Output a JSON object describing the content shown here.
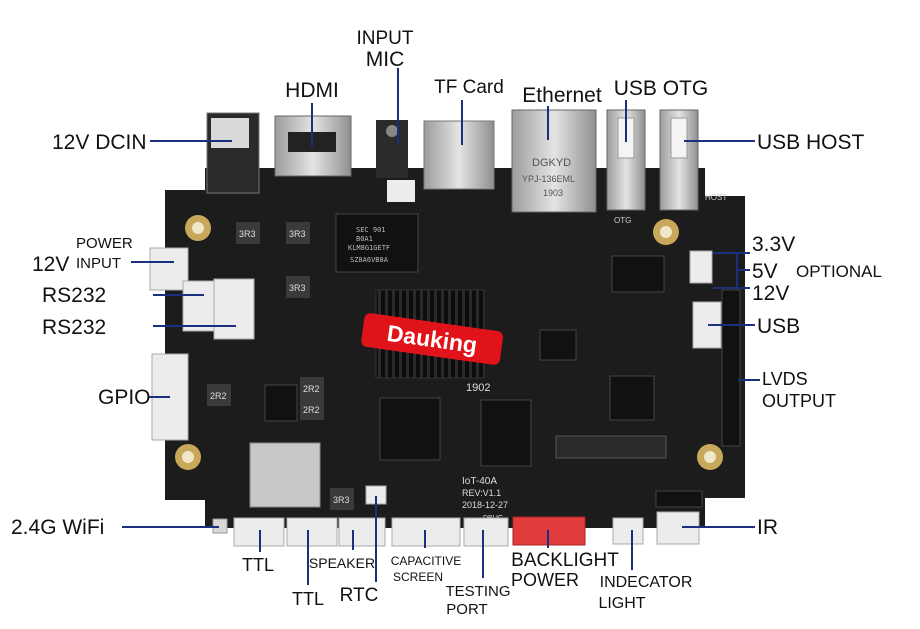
{
  "labels": {
    "input_mic_1": "INPUT",
    "input_mic_2": "MIC",
    "hdmi": "HDMI",
    "tf_card": "TF Card",
    "ethernet": "Ethernet",
    "usb_otg": "USB OTG",
    "dcin": "12V DCIN",
    "usb_host": "USB HOST",
    "power_input_1": "POWER",
    "power_input_v": "12V",
    "power_input_2": "INPUT",
    "rs232_a": "RS232",
    "rs232_b": "RS232",
    "v33": "3.3V",
    "v5": "5V",
    "optional": "OPTIONAL",
    "v12": "12V",
    "usb": "USB",
    "lvds_1": "LVDS",
    "lvds_2": "OUTPUT",
    "gpio": "GPIO",
    "wifi": "2.4G WiFi",
    "ir": "IR",
    "ttl_a": "TTL",
    "ttl_b": "TTL",
    "speaker": "SPEAKER",
    "rtc": "RTC",
    "cap_screen_1": "CAPACITIVE",
    "cap_screen_2": "SCREEN",
    "testing_port_1": "TESTING",
    "testing_port_2": "PORT",
    "backlight_1": "BACKLIGHT",
    "backlight_2": "POWER",
    "indicator_1": "INDECATOR",
    "indicator_2": "LIGHT"
  },
  "board": {
    "brand": "Dauking",
    "model": "IoT-40A",
    "rev": "REV:V1.1",
    "date": "2018-12-27",
    "marking_1902": "1902",
    "eth_brand": "DGKYD",
    "eth_part": "YPJ-136EML",
    "eth_code": "1903",
    "otg_mark": "OTG",
    "host_mark": "HOST",
    "dbug_mark": "DBUG",
    "ram_chip_1": "SEC 901",
    "ram_chip_2": "B0A1",
    "ram_chip_3": "KLM8G1GETF",
    "ram_chip_4": "SZ8A6VB8A",
    "ind_3r3_a": "3R3",
    "ind_3r3_b": "3R3",
    "ind_3r3_c": "3R3",
    "ind_2r2_a": "2R2",
    "ind_2r2_b": "2R2",
    "ind_2r2_c": "2R2",
    "ind_3r3_d": "3R3"
  },
  "colors": {
    "board": "#1c1c1c",
    "leader": "#1b2f80",
    "brand_bg": "#e0131b",
    "connector": "#ececec",
    "metal": "#c9c9c9",
    "red_header": "#e23b3b"
  }
}
